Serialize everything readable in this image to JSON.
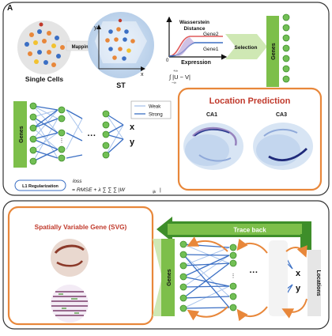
{
  "panel_a": {
    "letter": "A",
    "single_cells_label": "Single Cells",
    "mapping_label": "Mapping",
    "st_label": "ST",
    "axis_x": "x",
    "axis_y": "y",
    "wasserstein_title_1": "Wasserstein",
    "wasserstein_title_2": "Distance",
    "gene2_label": "Gene2",
    "gene1_label": "Gene1",
    "expression_label": "Expression",
    "tick_zero": "0",
    "integral_formula": "∫ |U − V|",
    "integral_upper": "+∞",
    "integral_lower": "−∞",
    "selection_label": "Selection",
    "genes_label": "Genes",
    "genes_label_2": "Genes",
    "output_x": "x",
    "output_y": "y",
    "legend_weak": "Weak",
    "legend_strong": "Strong",
    "l1_label": "L1 Regularization",
    "loss_label": "loss",
    "loss_formula": "= RMSE + λ ∑ ∑ ∑ |W",
    "loss_subscript": "ijk",
    "location_title": "Location Prediction",
    "ca1_label": "CA1",
    "ca3_label": "CA3",
    "ellipsis": "···"
  },
  "panel_b": {
    "svg_title": "Spatially Variable Gene (SVG)",
    "trace_back_label": "Trace back",
    "genes_label": "Genes",
    "locations_label": "Locations",
    "output_x": "x",
    "output_y": "y",
    "ellipsis": "···"
  },
  "colors": {
    "green": "#7dbf4a",
    "green_light": "#cfe8b4",
    "green_dark": "#3e8e2a",
    "orange": "#e8873a",
    "blue_strong": "#3b6fc4",
    "blue_weak": "#a9c4ec",
    "node_fill": "#72bf55",
    "title_red": "#c0392b"
  },
  "icons": {
    "mapping_arrow": "arrow-right-icon",
    "selection_arrow": "chevron-arrow-icon",
    "trace_back_arrow": "arrow-left-icon"
  }
}
